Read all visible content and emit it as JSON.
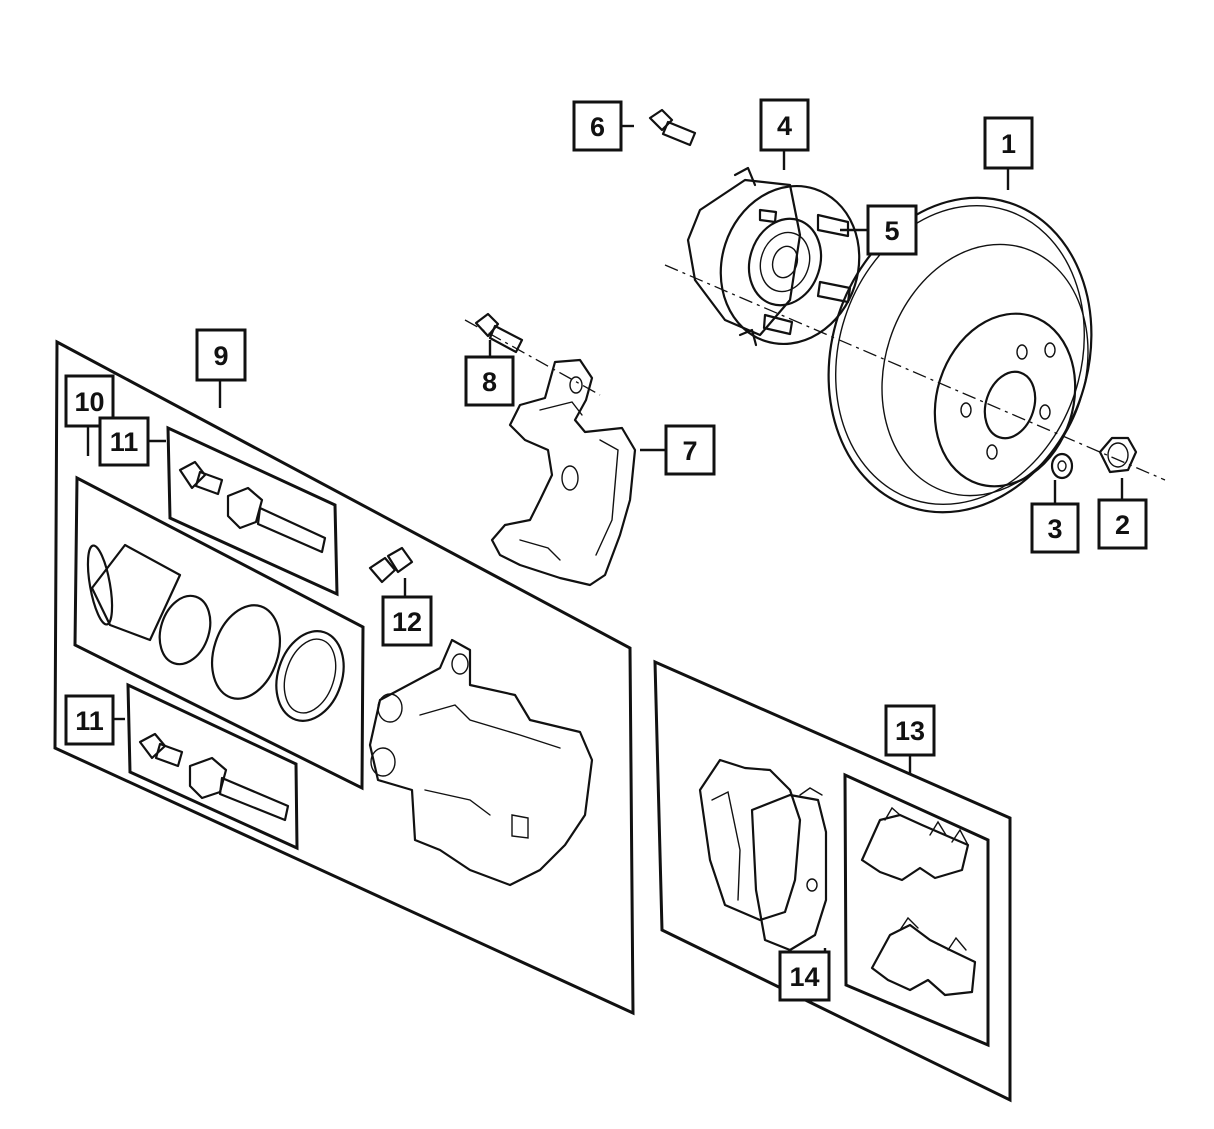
{
  "labels": {
    "l1": "1",
    "l2": "2",
    "l3": "3",
    "l4": "4",
    "l5": "5",
    "l6": "6",
    "l7": "7",
    "l8": "8",
    "l9": "9",
    "l10": "10",
    "l11a": "11",
    "l11b": "11",
    "l12": "12",
    "l13": "13",
    "l14": "14"
  },
  "colors": {
    "line": "#111111",
    "background": "#ffffff"
  }
}
